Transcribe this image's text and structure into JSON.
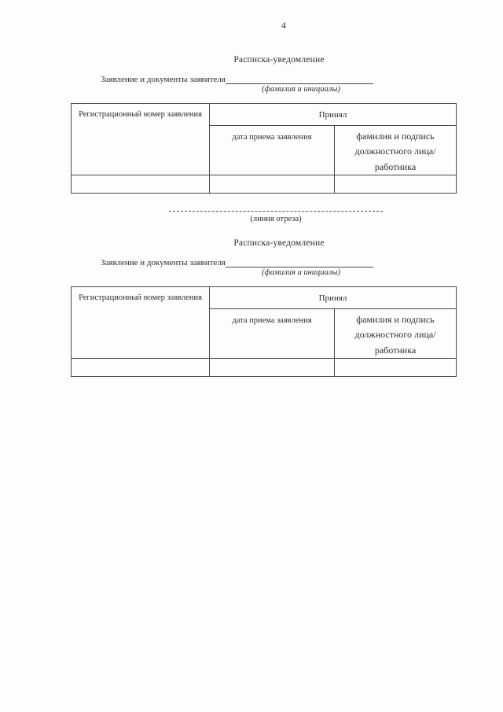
{
  "page": {
    "number": "4",
    "background_color": "#fdfdfd",
    "text_color": "#2e2e2e",
    "border_color": "#4a4a4a"
  },
  "cut_line": {
    "caption": "(линия отреза)"
  },
  "sections": [
    {
      "title": "Расписка-уведомление",
      "form_line": {
        "label": "Заявление и документы заявителя",
        "value": "",
        "caption": "(фамилия и инициалы)"
      },
      "table": {
        "reg_number_header": "Регистрационный номер заявления",
        "accepted_group_header": "Принял",
        "date_header": "дата приема заявления",
        "signature_header": "фамилия и подпись должностного лица/работника",
        "rows": [
          [
            "",
            "",
            ""
          ]
        ]
      }
    },
    {
      "title": "Расписка-уведомление",
      "form_line": {
        "label": "Заявление и документы заявителя",
        "value": "",
        "caption": "(фамилия и инициалы)"
      },
      "table": {
        "reg_number_header": "Регистрационный номер заявления",
        "accepted_group_header": "Принял",
        "date_header": "дата приема заявления",
        "signature_header": "фамилия и подпись должностного лица/работника",
        "rows": [
          [
            "",
            "",
            ""
          ]
        ]
      }
    }
  ]
}
